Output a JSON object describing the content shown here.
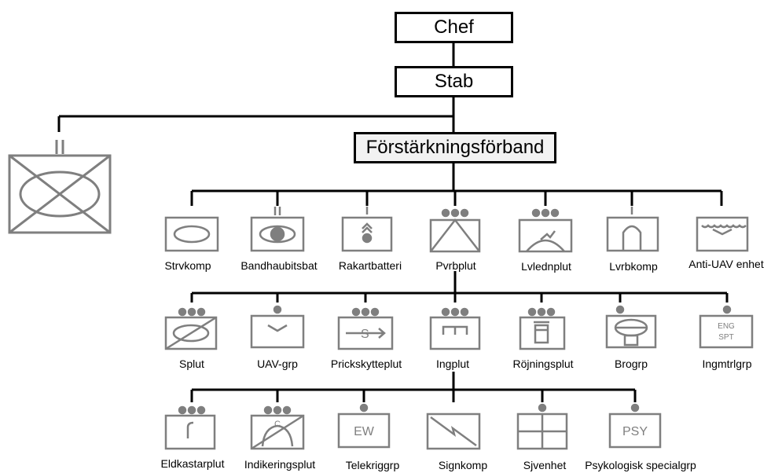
{
  "hq": {
    "chef": "Chef",
    "stab": "Stab",
    "reinforcement": "Förstärkningsförband"
  },
  "row1": [
    "Strvkomp",
    "Bandhaubitsbat",
    "Rakartbatteri",
    "Pvrbplut",
    "Lvlednplut",
    "Lvrbkomp",
    "Anti-UAV enhet"
  ],
  "row2": [
    "Splut",
    "UAV-grp",
    "Prickskytteplut",
    "Ingplut",
    "Röjningsplut",
    "Brogrp",
    "Ingmtrlgrp"
  ],
  "row3": [
    "Eldkastarplut",
    "Indikeringsplut",
    "Telekriggrp",
    "Signkomp",
    "Sjvenhet",
    "Psykologisk specialgrp"
  ],
  "symbol_text": {
    "eng": "ENG",
    "spt": "SPT",
    "ew": "EW",
    "psy": "PSY",
    "sniper": "S",
    "cbrn": "C"
  },
  "colors": {
    "line": "#000000",
    "symbol": "#7f7f7f",
    "highlight_fill": "#f2f2f2"
  }
}
